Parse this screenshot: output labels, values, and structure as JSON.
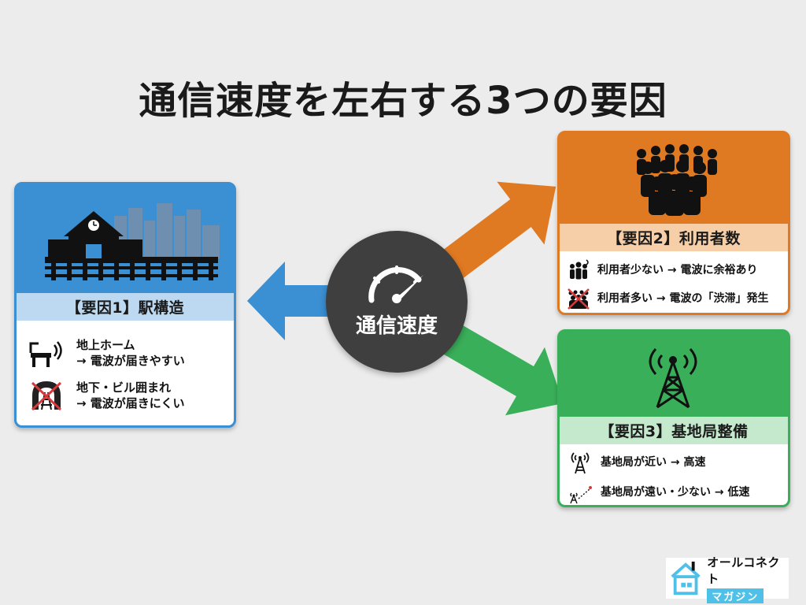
{
  "title": "通信速度を左右する3つの要因",
  "hub": {
    "label": "通信速度",
    "icon": "speedometer-icon"
  },
  "factors": [
    {
      "heading": "【要因1】駅構造",
      "color": "#3b8fd3",
      "icon": "station-icon",
      "rows": [
        {
          "icon": "platform-signal-icon",
          "line1": "地上ホーム",
          "line2": "→ 電波が届きやすい"
        },
        {
          "icon": "tunnel-crossed-icon",
          "line1": "地下・ビル囲まれ",
          "line2": "→ 電波が届きにくい"
        }
      ]
    },
    {
      "heading": "【要因2】利用者数",
      "color": "#e07a22",
      "icon": "crowd-icon",
      "rows": [
        {
          "icon": "few-people-icon",
          "text": "利用者少ない → 電波に余裕あり"
        },
        {
          "icon": "many-people-crossed-icon",
          "text": "利用者多い → 電波の「渋滞」発生"
        }
      ]
    },
    {
      "heading": "【要因3】基地局整備",
      "color": "#3aaf5a",
      "icon": "cell-tower-icon",
      "rows": [
        {
          "icon": "near-tower-icon",
          "text": "基地局が近い → 高速"
        },
        {
          "icon": "far-tower-icon",
          "text": "基地局が遠い・少ない → 低速"
        }
      ]
    }
  ],
  "logo": {
    "line1": "オールコネクト",
    "line2": "マガジン",
    "icon": "house-logo-icon"
  }
}
